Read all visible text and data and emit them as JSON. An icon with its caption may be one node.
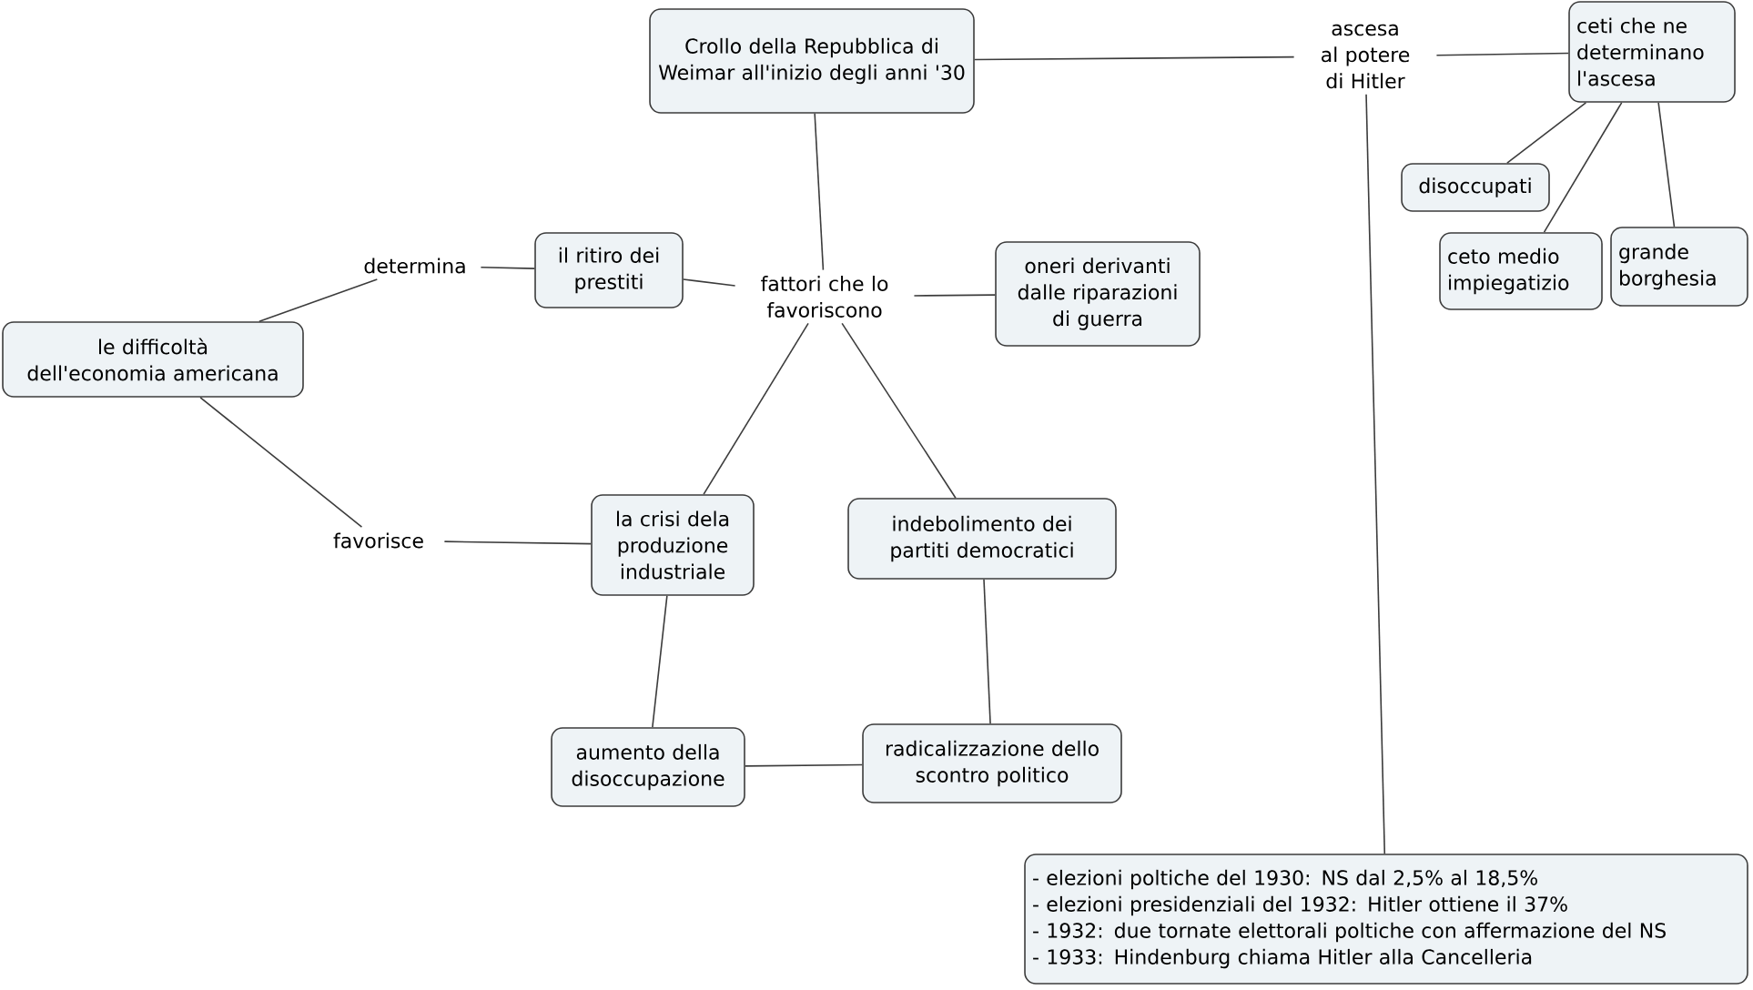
{
  "diagram": {
    "nodes": [
      {
        "text": [
          "Crollo della Repubblica di Weimar all'inizio degli anni '30"
        ]
      },
      {
        "text": [
          "ascesa al potere di Hitler"
        ]
      },
      {
        "text": [
          "ceti che ne determinano l'ascesa"
        ]
      },
      {
        "text": [
          "disoccupati"
        ]
      },
      {
        "text": [
          "il ritiro dei prestiti"
        ]
      },
      {
        "text": [
          "determina"
        ]
      },
      {
        "text": [
          "fattori che lo favoriscono"
        ]
      },
      {
        "text": [
          "oneri derivanti dalle riparazioni di guerra"
        ]
      },
      {
        "text": [
          "ceto medio impiegatizio"
        ]
      },
      {
        "text": [
          "grande borghesia"
        ]
      },
      {
        "text": [
          "le difficoltà dell'economia americana"
        ]
      },
      {
        "text": [
          "favorisce"
        ]
      },
      {
        "text": [
          "la crisi dela produzione industriale"
        ]
      },
      {
        "text": [
          "indebolimento dei partiti democratici"
        ]
      },
      {
        "text": [
          "aumento della disoccupazione"
        ]
      },
      {
        "text": [
          "radicalizzazione dello scontro politico"
        ]
      },
      {
        "text": [
          "- elezioni poltiche del 1930: NS dal 2,5% al 18,5%",
          "- elezioni presidenziali del 1932: Hitler ottiene il 37%",
          "- 1932: due tornate elettorali poltiche con affermazione del NS",
          "- 1933: Hindenburg chiama Hitler alla Cancelleria"
        ]
      }
    ],
    "edges": [
      {
        "from": 0,
        "to": 1,
        "arrow": "none"
      },
      {
        "from": 1,
        "to": 2,
        "arrow": "none"
      },
      {
        "from": 2,
        "to": 3,
        "arrow": "none"
      },
      {
        "from": 2,
        "to": 8,
        "arrow": "none"
      },
      {
        "from": 2,
        "to": 9,
        "arrow": "none"
      },
      {
        "from": 1,
        "to": 16,
        "arrow": "none"
      },
      {
        "from": 0,
        "to": 6,
        "arrow": "none"
      },
      {
        "from": 6,
        "to": 4,
        "arrow": "none"
      },
      {
        "from": 6,
        "to": 7,
        "arrow": "none"
      },
      {
        "from": 6,
        "to": 12,
        "arrow": "none"
      },
      {
        "from": 6,
        "to": 13,
        "arrow": "none"
      },
      {
        "from": 10,
        "to": 5,
        "arrow": "none"
      },
      {
        "from": 5,
        "to": 4,
        "arrow": "none"
      },
      {
        "from": 10,
        "to": 11,
        "arrow": "none"
      },
      {
        "from": 11,
        "to": 12,
        "arrow": "none"
      },
      {
        "from": 12,
        "to": 14,
        "arrow": "none"
      },
      {
        "from": 13,
        "to": 15,
        "arrow": "none"
      },
      {
        "from": 14,
        "to": 15,
        "arrow": "none"
      }
    ]
  }
}
